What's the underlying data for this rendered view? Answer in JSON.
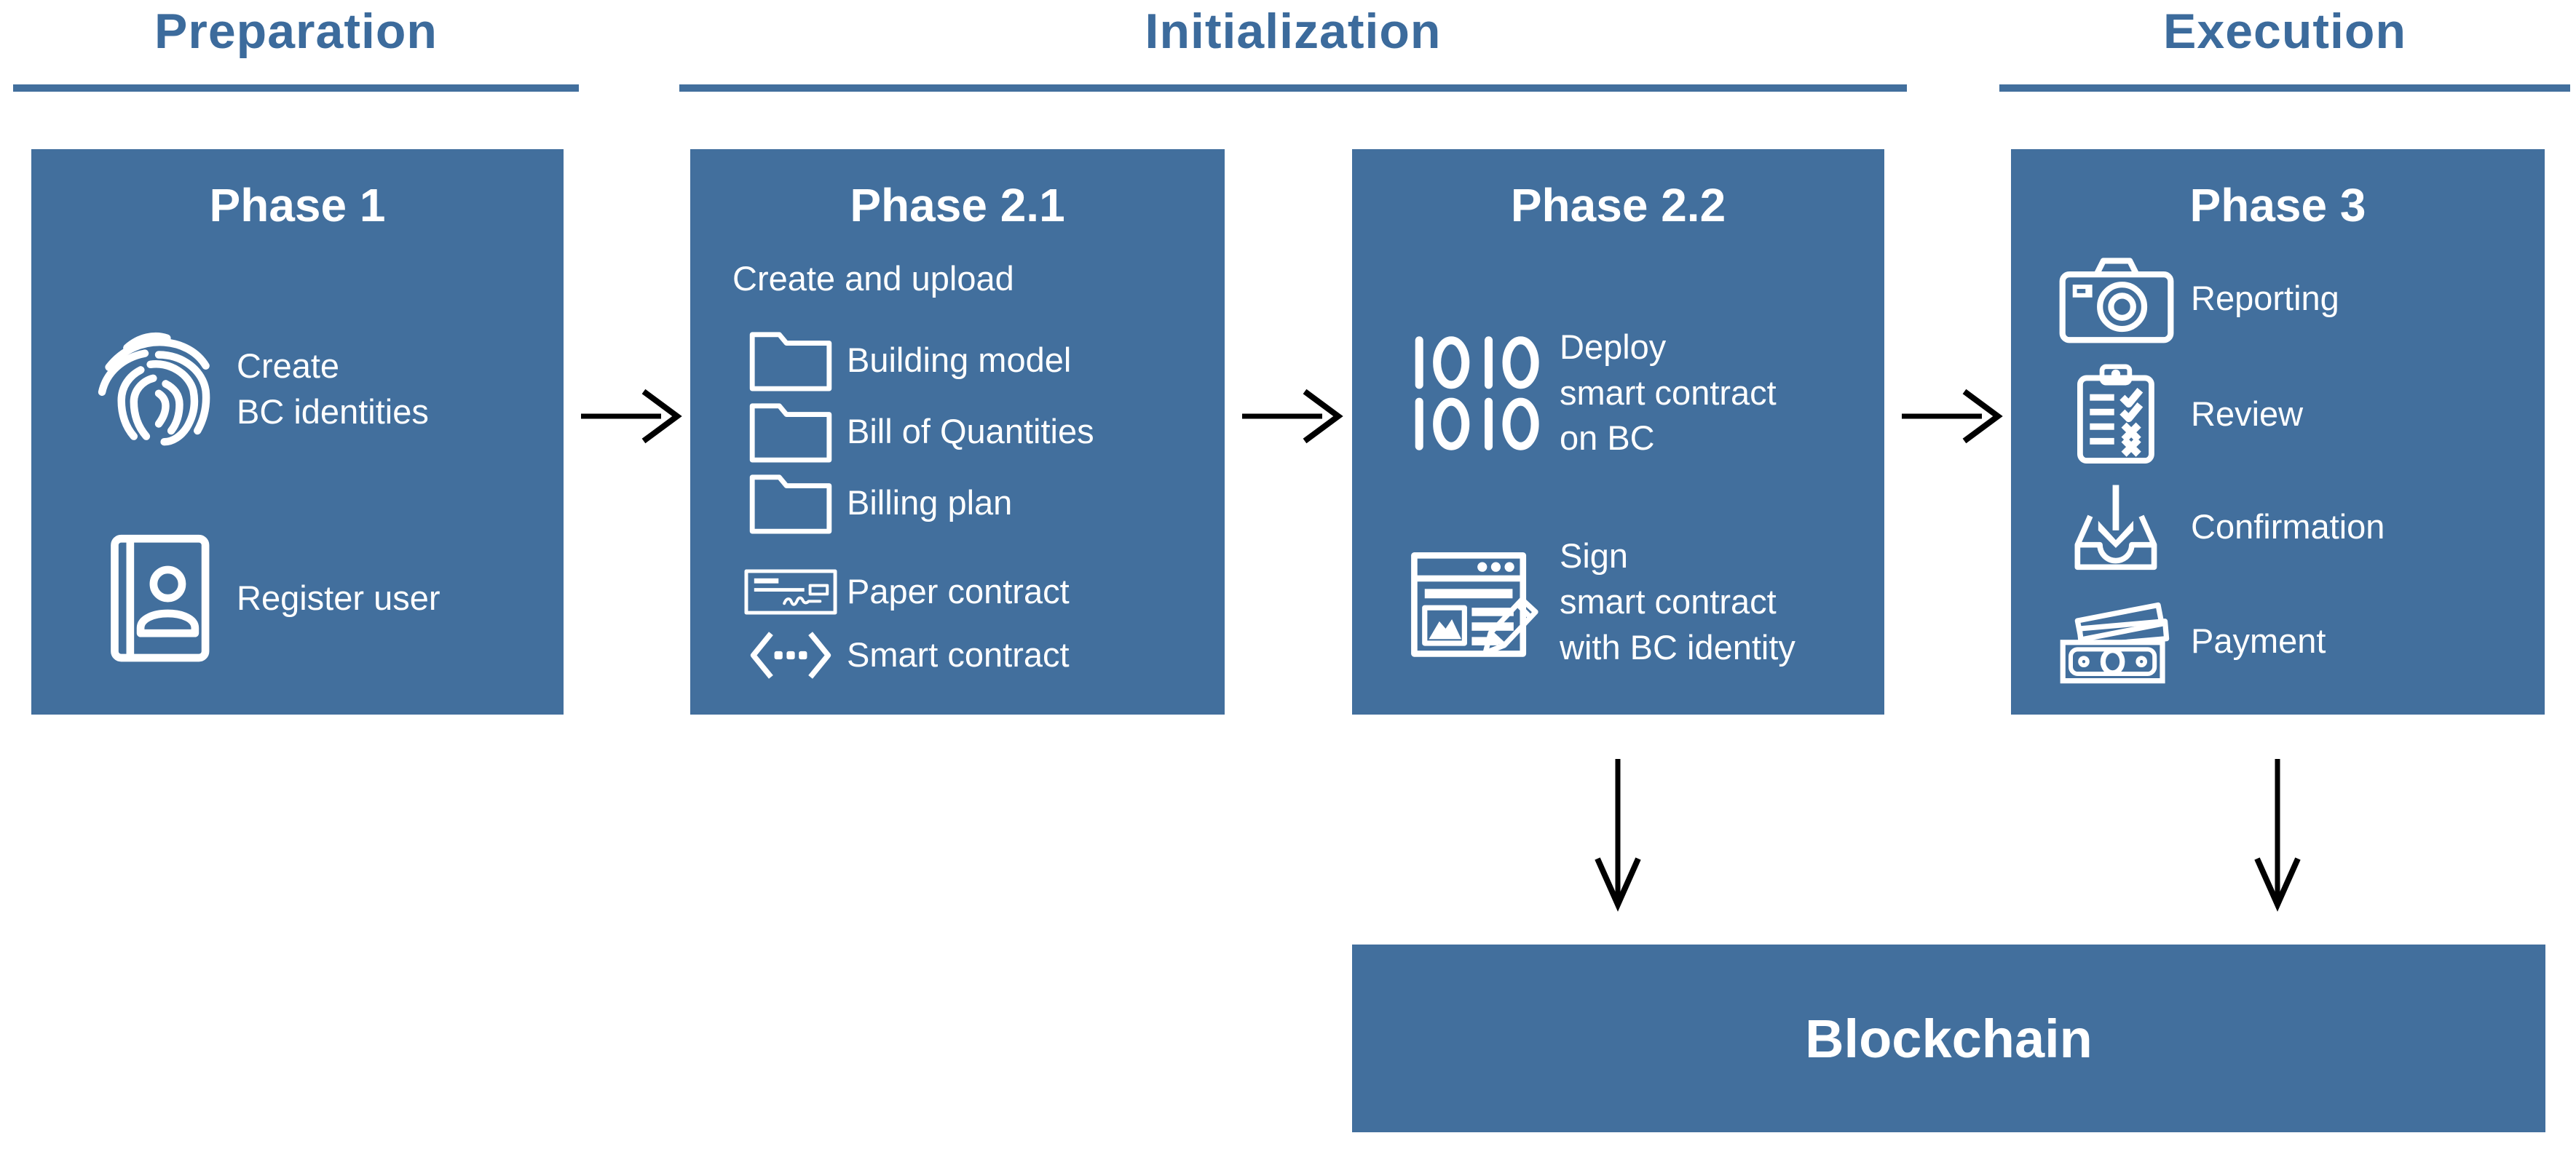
{
  "colors": {
    "accent": "#426F9D",
    "header_text": "#3C6B9C",
    "arrow": "#000000",
    "box_text": "#FFFFFF",
    "background": "#FFFFFF"
  },
  "section_headers": [
    {
      "label": "Preparation"
    },
    {
      "label": "Initialization"
    },
    {
      "label": "Execution"
    }
  ],
  "phases": [
    {
      "title": "Phase 1",
      "items": [
        {
          "icon": "fingerprint-icon",
          "label": "Create\nBC identities"
        },
        {
          "icon": "address-book-icon",
          "label": "Register user"
        }
      ]
    },
    {
      "title": "Phase 2.1",
      "subtitle": "Create and upload",
      "items": [
        {
          "icon": "folder-icon",
          "label": "Building model"
        },
        {
          "icon": "folder-icon",
          "label": "Bill of Quantities"
        },
        {
          "icon": "folder-icon",
          "label": "Billing plan"
        },
        {
          "icon": "paper-contract-icon",
          "label": "Paper contract"
        },
        {
          "icon": "smart-contract-icon",
          "label": "Smart contract"
        }
      ]
    },
    {
      "title": "Phase 2.2",
      "items": [
        {
          "icon": "binary-code-icon",
          "label": "Deploy\nsmart contract\non BC"
        },
        {
          "icon": "sign-document-icon",
          "label": "Sign\nsmart contract\nwith BC identity"
        }
      ]
    },
    {
      "title": "Phase 3",
      "items": [
        {
          "icon": "camera-icon",
          "label": "Reporting"
        },
        {
          "icon": "clipboard-checklist-icon",
          "label": "Review"
        },
        {
          "icon": "inbox-download-icon",
          "label": "Confirmation"
        },
        {
          "icon": "money-icon",
          "label": "Payment"
        }
      ]
    },
    {
      "title": "Blockchain"
    }
  ],
  "blockchain": {
    "label": "Blockchain"
  }
}
